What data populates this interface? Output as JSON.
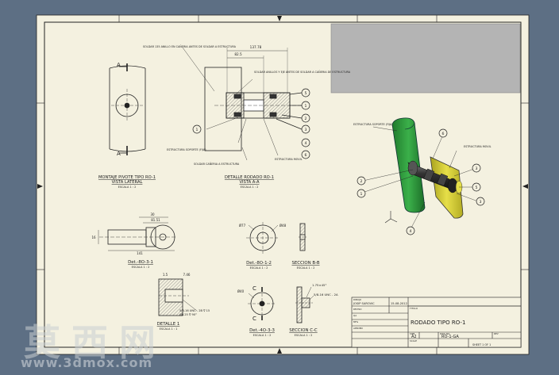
{
  "watermark": {
    "brand": "莫西网",
    "url": "www.3dmox.com"
  },
  "colors": {
    "paper": "#f4f1e0",
    "background": "#5d6f84",
    "support": "#2e9a3d",
    "mobile": "#d8d23a",
    "shaft": "#2a2a2a",
    "hatch": "#555555"
  },
  "views": {
    "lateral": {
      "title": "MONTAJE PIVOTE TIPO RO-1",
      "subtitle": "VISTA LATERAL",
      "scale": "ESCALA 1 : 2",
      "marker": "A"
    },
    "detail": {
      "title": "DETALLE RODADO RO-1",
      "subtitle": "VISTA A-A",
      "scale": "ESCALA 1 : 2",
      "dim_top": "137.78",
      "dim_mid": "82.5"
    },
    "det_801": {
      "title": "Det.-8O-3-1",
      "scale": "ESCALA 1 : 2",
      "dim1": "30",
      "dim2": "81.51",
      "dim3": "141",
      "dim4": "16"
    },
    "det_812": {
      "title": "Det.-8O-1-2",
      "scale": "ESCALA 1 : 2",
      "dim1": "Ø77",
      "dim2": "Ø48"
    },
    "section_b": {
      "title": "SECCION B-B",
      "scale": "ESCALA 1 : 2"
    },
    "detalle1": {
      "title": "DETALLE 1",
      "scale": "ESCALA 1 : 1",
      "dim1": "1.5",
      "dim2": "7.46",
      "note1": "5/8-16 UNC - 2B ∇ 15",
      "note2": "Ø8.25 ∇ 90°"
    },
    "det_433": {
      "title": "Det.-4O-3-3",
      "scale": "ESCALA 1 : 2",
      "dim1": "Ø40",
      "marker": "C"
    },
    "section_c": {
      "title": "SECCION C-C",
      "scale": "ESCALA 1 : 2",
      "note1": "1.75×45°",
      "note2": "5/8-16 UNC - 2A"
    }
  },
  "notes": {
    "weld1": "SOLDAR 135 ANILLO EN CAÑERIA ANTES DE SOLDAR A ESTRUCTURA",
    "weld2": "SOLDAR ANILLOS Y EJE ANTES DE SOLDAR A CAÑERIA DE ESTRUCTURA",
    "struct_support": "ESTRUCTURA SOPORTE (FIJA)",
    "weld3": "SOLDAR CAÑERIA A ESTRUCTURA",
    "struct_mobile": "ESTRUCTURA MOVIL",
    "iso_support": "ESTRUCTURA SOPORTE (FIJA)",
    "iso_mobile": "ESTRUCTURA MOVIL"
  },
  "balloons": [
    "1",
    "2",
    "3",
    "4",
    "5",
    "6"
  ],
  "title_block": {
    "drawn_label": "DIBUJO",
    "drawn_by": "JOSIP SAROVIC",
    "date": "15-08-2012",
    "checked_label": "REVISO",
    "title_label": "TITULO",
    "title": "RODADO TIPO RO-1",
    "qa_label": "QA",
    "mfg_label": "MFG",
    "approved_label": "APROBO",
    "size_label": "SIZE",
    "size": "A2",
    "dwg_label": "DWG NO",
    "dwg": "RO-1-GA",
    "rev_label": "REV",
    "scale_label": "SCALE",
    "sheet": "SHEET 1 OF 1"
  }
}
